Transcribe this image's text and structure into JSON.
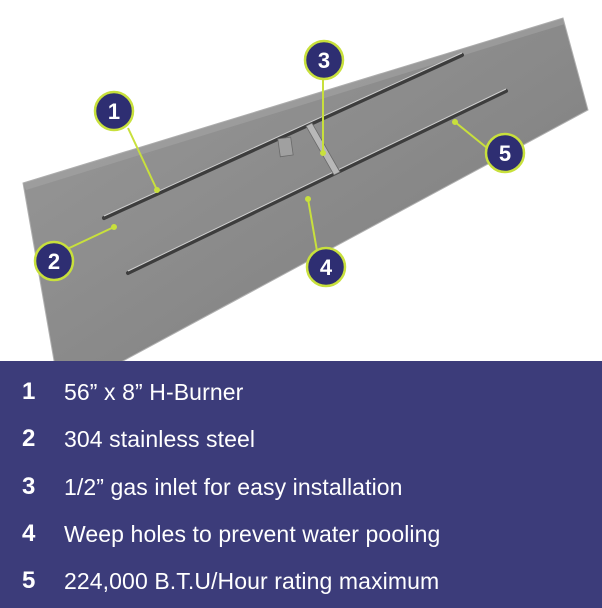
{
  "image": {
    "subject": "stainless steel fire pit pan with H-burner",
    "callouts": [
      {
        "number": "1",
        "label": "56” x 8” H-Burner"
      },
      {
        "number": "2",
        "label": "304 stainless steel"
      },
      {
        "number": "3",
        "label": "1/2” gas inlet for easy installation"
      },
      {
        "number": "4",
        "label": "Weep holes to prevent water pooling"
      },
      {
        "number": "5",
        "label": "224,000 B.T.U/Hour rating maximum"
      }
    ]
  },
  "features": [
    {
      "number": "1",
      "text": "56” x 8” H-Burner"
    },
    {
      "number": "2",
      "text": "304 stainless steel"
    },
    {
      "number": "3",
      "text": "1/2” gas inlet for easy installation"
    },
    {
      "number": "4",
      "text": "Weep holes to prevent water pooling"
    },
    {
      "number": "5",
      "text": "224,000 B.T.U/Hour rating maximum"
    }
  ],
  "colors": {
    "panel_background": "#3c3c7a",
    "callout_fill": "#2e2e72",
    "callout_stroke": "#c8e03c",
    "leader_line": "#c8e03c",
    "text": "#ffffff",
    "steel": "#8c8c8c"
  }
}
